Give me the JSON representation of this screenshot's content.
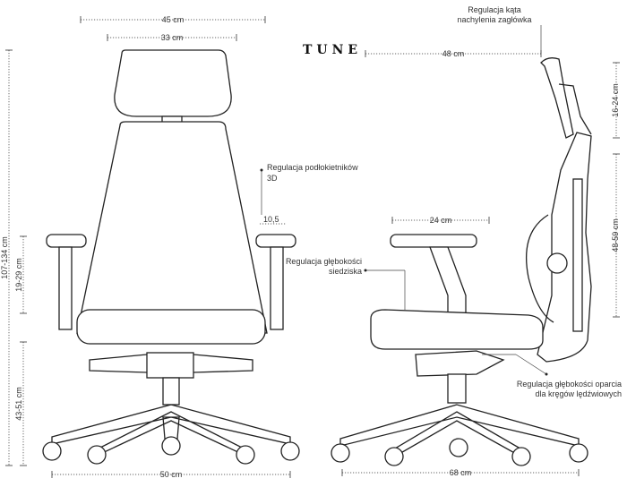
{
  "brand": {
    "title": "TUNE"
  },
  "front": {
    "headrest_width": "45 cm",
    "headrest_inner_width": "33 cm",
    "armrest_label_line1": "Regulacja podłokietników",
    "armrest_label_line2": "3D",
    "armrest_offset": "10,5",
    "total_height": "107-134 cm",
    "armrest_height": "19-29 cm",
    "seat_height": "43-51 cm",
    "base_width": "50 cm"
  },
  "side": {
    "headrest_tilt_line1": "Regulacja kąta",
    "headrest_tilt_line2": "nachylenia zagłówka",
    "back_depth": "48 cm",
    "headrest_height": "16-24 cm",
    "armrest_depth": "24 cm",
    "seat_depth_line1": "Regulacja głębokości",
    "seat_depth_line2": "siedziska",
    "back_height": "48-59 cm",
    "lumbar_line1": "Regulacja głębokości oparcia",
    "lumbar_line2": "dla kręgów lędźwiowych",
    "base_depth": "68 cm"
  }
}
